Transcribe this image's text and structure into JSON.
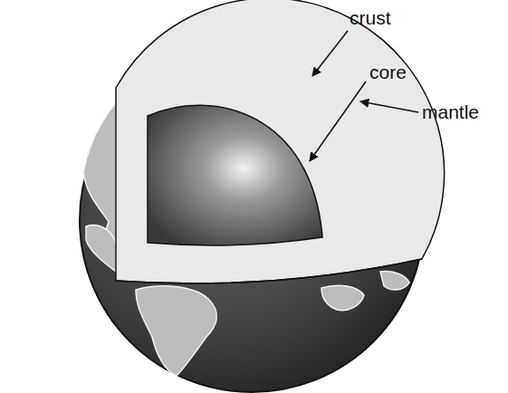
{
  "diagram": {
    "labels": [
      "crust",
      "core",
      "mantle"
    ]
  }
}
